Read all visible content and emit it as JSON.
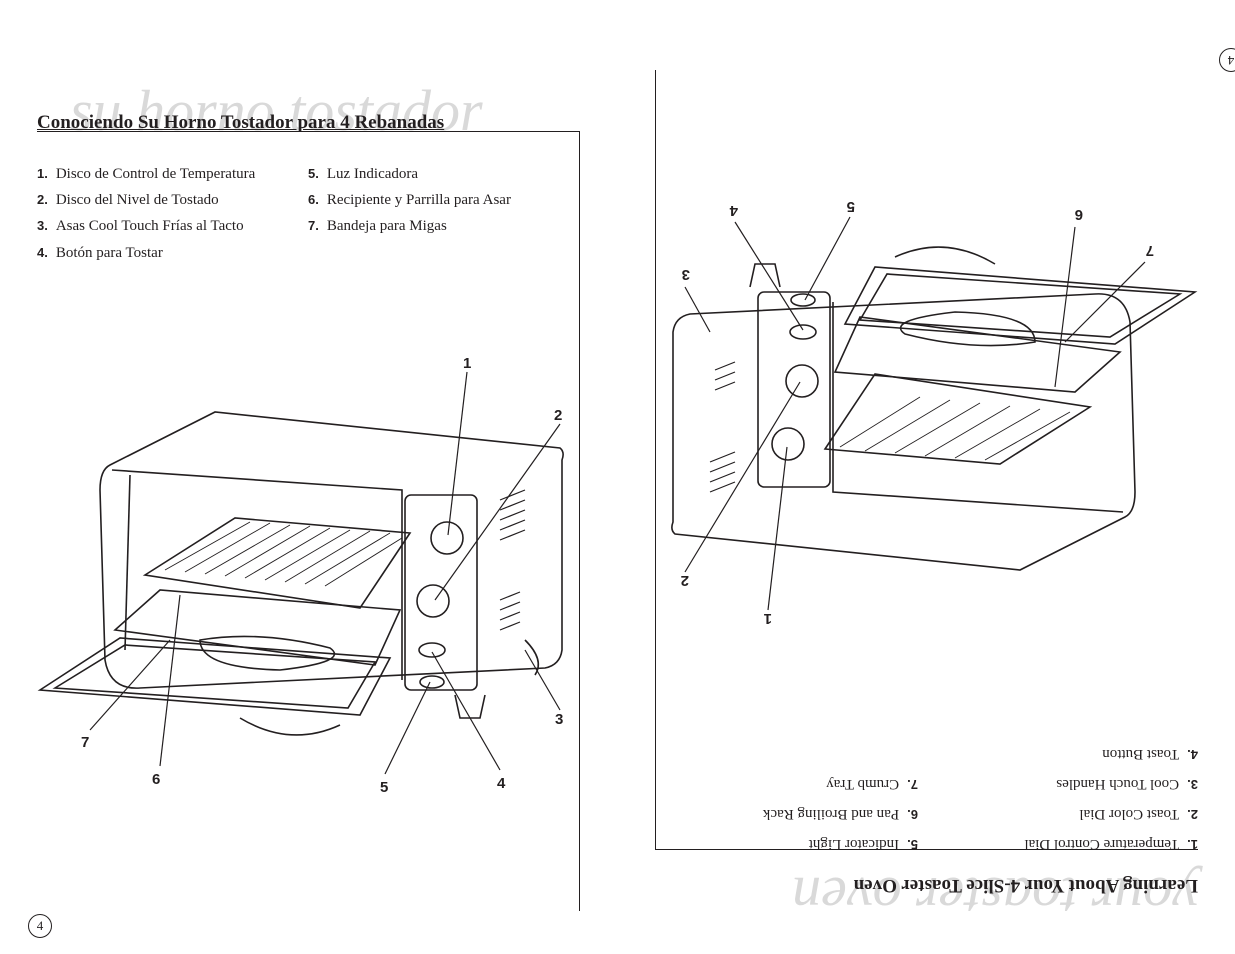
{
  "left_page": {
    "watermark": "su horno tostador",
    "title": "Conociendo Su Horno Tostador para 4 Rebanadas",
    "parts": [
      {
        "num": "1.",
        "label": "Disco de Control de Temperatura"
      },
      {
        "num": "2.",
        "label": "Disco del Nivel de Tostado"
      },
      {
        "num": "3.",
        "label": "Asas Cool Touch Frías al Tacto"
      },
      {
        "num": "4.",
        "label": "Botón para Tostar"
      },
      {
        "num": "5.",
        "label": "Luz Indicadora"
      },
      {
        "num": "6.",
        "label": "Recipiente y Parrilla para Asar"
      },
      {
        "num": "7.",
        "label": "Bandeja para Migas"
      }
    ],
    "callouts": [
      "1",
      "2",
      "3",
      "4",
      "5",
      "6",
      "7"
    ],
    "page_number": "4"
  },
  "right_page": {
    "watermark": "your toaster oven",
    "title": "Learning About Your 4-Slice Toaster Oven",
    "parts": [
      {
        "num": "1.",
        "label": "Temperature Control Dial"
      },
      {
        "num": "2.",
        "label": "Toast Color Dial"
      },
      {
        "num": "3.",
        "label": "Cool Touch Handles"
      },
      {
        "num": "4.",
        "label": "Toast Button"
      },
      {
        "num": "5.",
        "label": "Indicator Light"
      },
      {
        "num": "6.",
        "label": "Pan and Broiling Rack"
      },
      {
        "num": "7.",
        "label": "Crumb Tray"
      }
    ],
    "callouts": [
      "1",
      "2",
      "3",
      "4",
      "5",
      "6",
      "7"
    ],
    "page_number": "4"
  }
}
